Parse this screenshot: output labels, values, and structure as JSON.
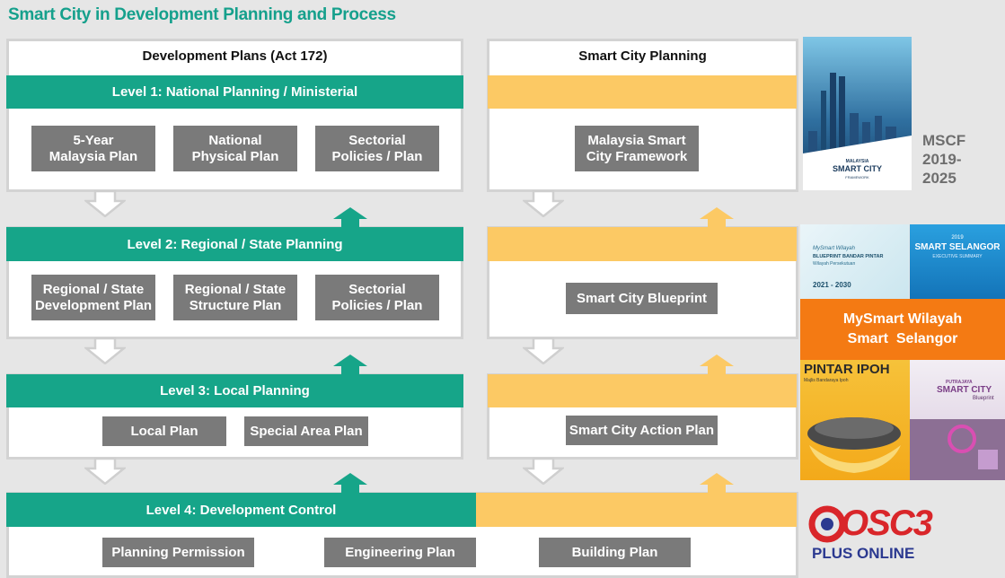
{
  "title": "Smart City in Development Planning and Process",
  "left_column": {
    "header": "Development Plans (Act 172)",
    "levels": [
      {
        "label": "Level 1: National Planning / Ministerial",
        "items": [
          {
            "line1": "5-Year",
            "line2": "Malaysia Plan"
          },
          {
            "line1": "National",
            "line2": "Physical Plan"
          },
          {
            "line1": "Sectorial",
            "line2": "Policies / Plan"
          }
        ]
      },
      {
        "label": "Level 2: Regional / State Planning",
        "items": [
          {
            "line1": "Regional / State",
            "line2": "Development Plan"
          },
          {
            "line1": "Regional / State",
            "line2": "Structure Plan"
          },
          {
            "line1": "Sectorial",
            "line2": "Policies / Plan"
          }
        ]
      },
      {
        "label": "Level 3: Local Planning",
        "items": [
          {
            "line1": "Local Plan"
          },
          {
            "line1": "Special Area Plan"
          }
        ]
      },
      {
        "label": "Level 4: Development Control",
        "items": [
          {
            "line1": "Planning Permission"
          },
          {
            "line1": "Engineering Plan"
          },
          {
            "line1": "Building Plan"
          }
        ]
      }
    ]
  },
  "right_column": {
    "header": "Smart City Planning",
    "items": [
      {
        "line1": "Malaysia Smart",
        "line2": "City Framework"
      },
      {
        "line1": "Smart City Blueprint"
      },
      {
        "line1": "Smart City Action Plan"
      }
    ]
  },
  "side": {
    "mscf": {
      "line1": "MSCF",
      "line2": "2019-",
      "line3": "2025"
    },
    "cover_mscf": {
      "top": "MALAYSIA",
      "main": "SMART CITY",
      "sub": "FRAMEWORK"
    },
    "cover_wilayah": {
      "line1": "MySmart Wilayah",
      "line2": "BLUEPRINT BANDAR PINTAR",
      "line3": "Wilayah Persekutuan",
      "years": "2021 - 2030"
    },
    "cover_selangor": {
      "year": "2019",
      "title": "SMART SELANGOR",
      "sub": "EXECUTIVE SUMMARY"
    },
    "orange_label": {
      "line1": "MySmart Wilayah",
      "line2": "Smart  Selangor"
    },
    "cover_ipoh": {
      "title": "PINTAR IPOH",
      "sub": "Majlis Bandaraya Ipoh"
    },
    "cover_putrajaya": {
      "top": "PUTRAJAYA",
      "main": "SMART CITY",
      "sub": "Blueprint"
    },
    "osc": {
      "logo": "OSC3",
      "sub": "PLUS ONLINE"
    }
  },
  "colors": {
    "teal": "#16a589",
    "gold": "#fcc964",
    "gray_box": "#7a7a7a",
    "title": "#15a08c",
    "orange": "#f47a13"
  }
}
